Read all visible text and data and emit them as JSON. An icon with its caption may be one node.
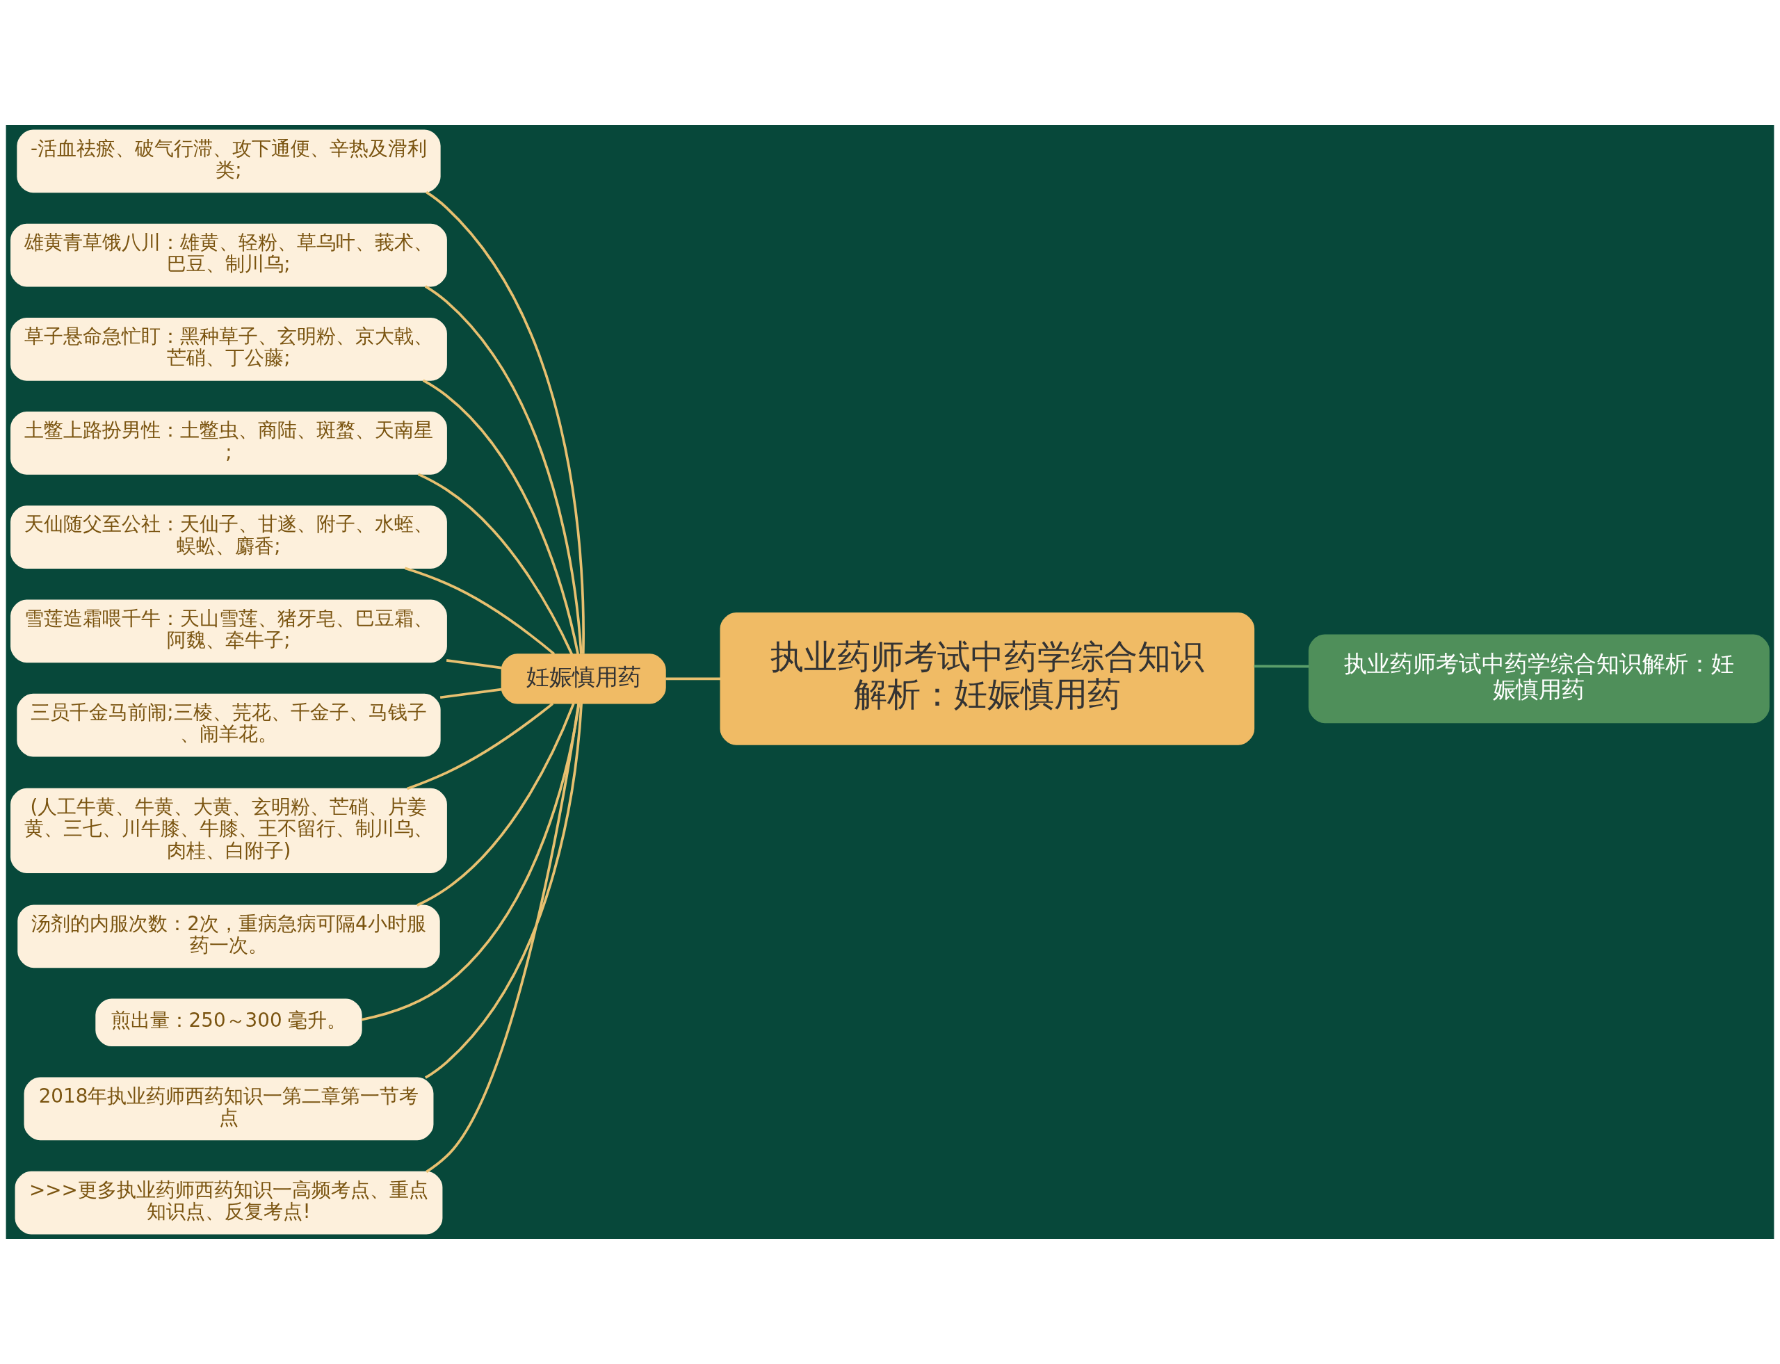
{
  "diagram": {
    "nodes": [
      {
        "text": [
          "执业药师考试中药学综合知识解析：妊娠慎用药"
        ]
      },
      {
        "text": [
          "执业药师考试中药学综合知识解析：妊娠慎用药"
        ]
      },
      {
        "text": [
          "妊娠慎用药"
        ]
      },
      {
        "text": [
          "-活血祛瘀、破气行滞、攻下通便、辛热及滑利类;"
        ]
      },
      {
        "text": [
          "雄黄青草饿八川：雄黄、轻粉、草乌叶、莪术、巴豆、制川乌;"
        ]
      },
      {
        "text": [
          "草子悬命急忙盯：黑种草子、玄明粉、京大戟、芒硝、丁公藤;"
        ]
      },
      {
        "text": [
          "土鳖上路扮男性：土鳖虫、商陆、斑蝥、天南星;"
        ]
      },
      {
        "text": [
          "天仙随父至公社：天仙子、甘遂、附子、水蛭、蜈蚣、麝香;"
        ]
      },
      {
        "text": [
          "雪莲造霜喂千牛：天山雪莲、猪牙皂、巴豆霜、阿魏、牵牛子;"
        ]
      },
      {
        "text": [
          "三员千金马前闹;三棱、芫花、千金子、马钱子、闹羊花。"
        ]
      },
      {
        "text": [
          "(人工牛黄、牛黄、大黄、玄明粉、芒硝、片姜黄、三七、川牛膝、牛膝、王不留行、制川乌、肉桂、白附子)"
        ]
      },
      {
        "text": [
          "汤剂的内服次数：2次，重病急病可隔4小时服药一次。"
        ]
      },
      {
        "text": [
          "煎出量：250～300 毫升。"
        ]
      },
      {
        "text": [
          "2018年执业药师西药知识一第二章第一节考点"
        ]
      },
      {
        "text": [
          ">>>更多执业药师西药知识一高频考点、重点知识点、反复考点!"
        ]
      }
    ],
    "edges": [
      {
        "from": 0,
        "to": 1,
        "arrow": "none",
        "color": "#5a9e6a"
      },
      {
        "from": 0,
        "to": 2,
        "arrow": "none"
      },
      {
        "from": 2,
        "to": 3,
        "arrow": "none"
      },
      {
        "from": 2,
        "to": 4,
        "arrow": "none"
      },
      {
        "from": 2,
        "to": 5,
        "arrow": "none"
      },
      {
        "from": 2,
        "to": 6,
        "arrow": "none"
      },
      {
        "from": 2,
        "to": 7,
        "arrow": "none"
      },
      {
        "from": 2,
        "to": 8,
        "arrow": "none"
      },
      {
        "from": 2,
        "to": 9,
        "arrow": "none"
      },
      {
        "from": 2,
        "to": 10,
        "arrow": "none"
      },
      {
        "from": 2,
        "to": 11,
        "arrow": "none"
      },
      {
        "from": 2,
        "to": 12,
        "arrow": "none"
      },
      {
        "from": 2,
        "to": 13,
        "arrow": "none"
      },
      {
        "from": 2,
        "to": 14,
        "arrow": "none"
      }
    ]
  }
}
